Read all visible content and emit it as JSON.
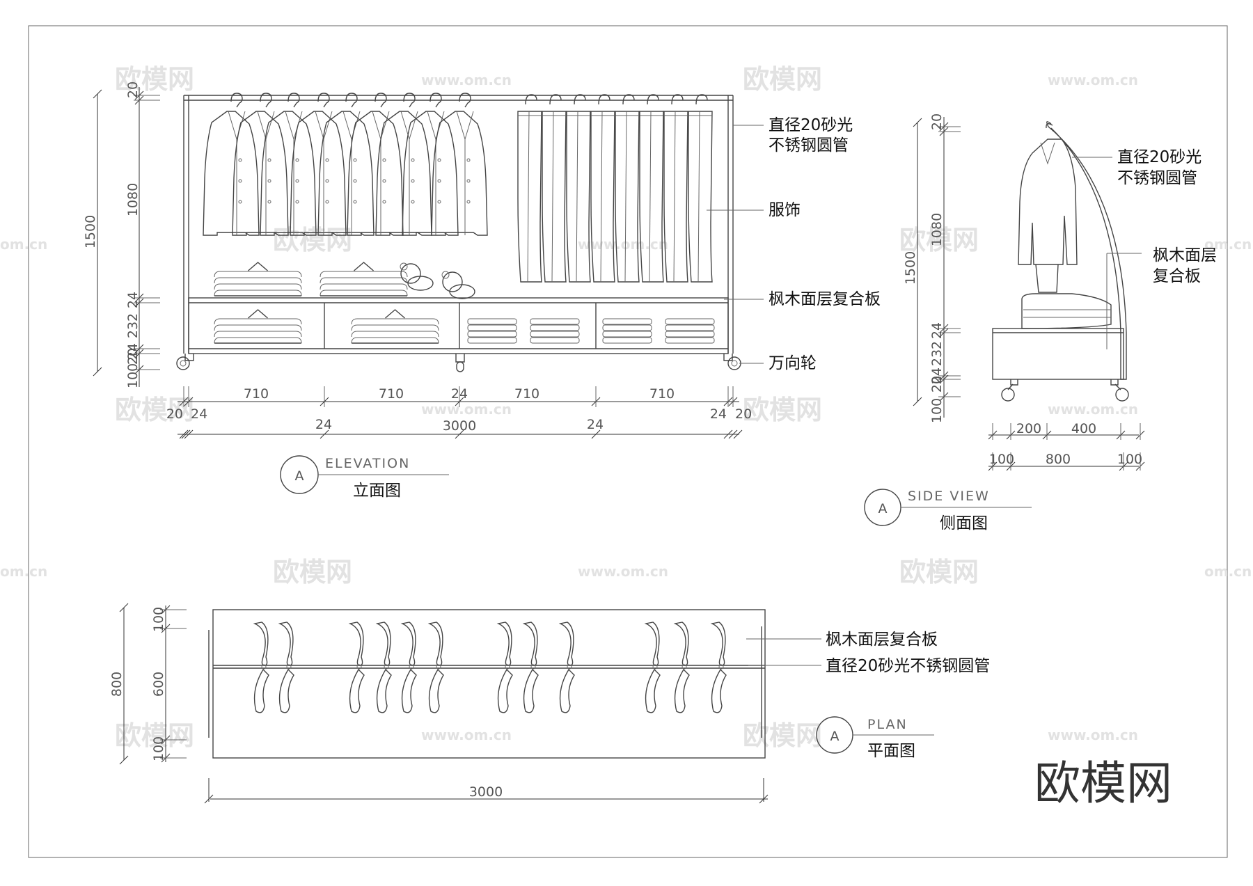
{
  "elevation": {
    "label_en": "ELEVATION",
    "label_cn": "立面图",
    "marker": "A",
    "callouts": {
      "pipe_1": "直径20砂光",
      "pipe_2": "不锈钢圆管",
      "garment": "服饰",
      "board": "枫木面层复合板",
      "caster": "万向轮"
    },
    "dims_vertical": [
      "20",
      "1080",
      "24",
      "232",
      "24",
      "20",
      "100"
    ],
    "dim_total_height": "1500",
    "dims_bays": [
      "710",
      "710",
      "710",
      "710"
    ],
    "dims_bottom_small": [
      "20",
      "24",
      "24",
      "24",
      "24",
      "20"
    ],
    "dim_mid_24": "24",
    "dim_total_width": "3000"
  },
  "side": {
    "label_en": "SIDE  VIEW",
    "label_cn": "侧面图",
    "marker": "A",
    "callouts": {
      "pipe_1": "直径20砂光",
      "pipe_2": "不锈钢圆管",
      "board_1": "枫木面层",
      "board_2": "复合板"
    },
    "dims_vertical": [
      "20",
      "1080",
      "24",
      "232",
      "24",
      "20",
      "100"
    ],
    "dim_total_height": "1500",
    "dims_top": [
      "200",
      "400"
    ],
    "dims_bottom": [
      "100",
      "800",
      "100"
    ]
  },
  "plan": {
    "label_en": "PLAN",
    "label_cn": "平面图",
    "marker": "A",
    "callouts": {
      "board": "枫木面层复合板",
      "pipe": "直径20砂光不锈钢圆管"
    },
    "dims_vertical": [
      "100",
      "600",
      "100"
    ],
    "dim_total_depth": "800",
    "dim_total_width": "3000"
  },
  "brand": "欧模网",
  "watermarks": {
    "logo": "欧模网",
    "url": "www.om.cn",
    "url_short": "om.cn"
  }
}
